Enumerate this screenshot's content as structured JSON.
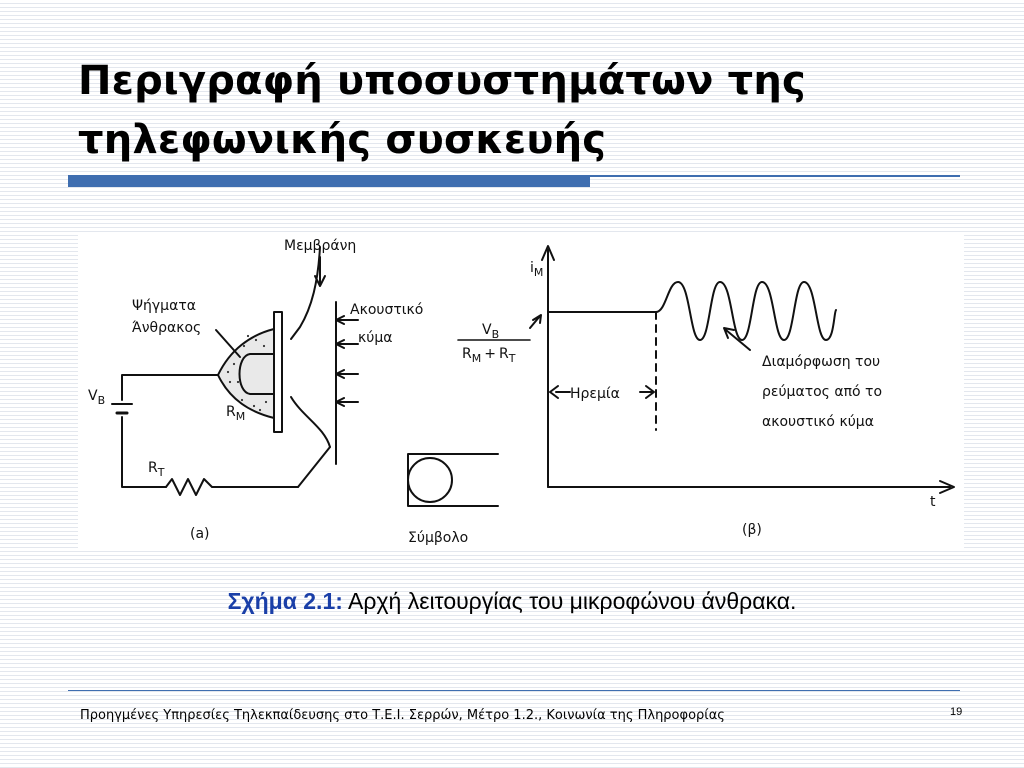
{
  "slide": {
    "title": "Περιγραφή υποσυστημάτων της τηλεφωνικής συσκευής",
    "caption_label": "Σχήμα 2.1:",
    "caption_text": "Αρχή λειτουργίας του μικροφώνου άνθρακα.",
    "footer": "Προηγμένες Υπηρεσίες Τηλεκπαίδευσης στο Τ.Ε.Ι. Σερρών, Μέτρο 1.2., Κοινωνία της Πληροφορίας",
    "page_number": "19"
  },
  "diagram": {
    "membrane": "Μεμβράνη",
    "carbon_line1": "Ψήγματα",
    "carbon_line2": "Άνθρακος",
    "acoustic_line1": "Ακουστικό",
    "acoustic_line2": "κύμα",
    "vb_main": "V",
    "vb_sub": "B",
    "rm_main": "R",
    "rm_sub": "M",
    "rt_main": "R",
    "rt_sub": "T",
    "label_a": "(a)",
    "symbol": "Σύμβολο",
    "formula_num_main": "V",
    "formula_num_sub": "B",
    "formula_den_rm": "R",
    "formula_den_rm_sub": "M",
    "formula_plus": "+",
    "formula_den_rt": "R",
    "formula_den_rt_sub": "T",
    "im_main": "i",
    "im_sub": "M",
    "t_axis": "t",
    "quiescent": "Ηρεμία",
    "mod_line1": "Διαμόρφωση του",
    "mod_line2": "ρεύματος από το",
    "mod_line3": "ακουστικό κύμα",
    "label_b": "(β)"
  }
}
